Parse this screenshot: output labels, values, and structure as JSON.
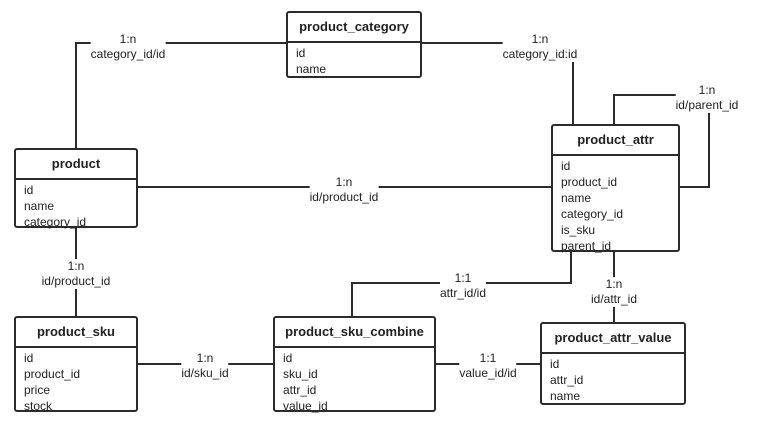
{
  "entities": {
    "product_category": {
      "title": "product_category",
      "fields": [
        "id",
        "name"
      ]
    },
    "product": {
      "title": "product",
      "fields": [
        "id",
        "name",
        "category_id"
      ]
    },
    "product_attr": {
      "title": "product_attr",
      "fields": [
        "id",
        "product_id",
        "name",
        "category_id",
        "is_sku",
        "parent_id"
      ]
    },
    "product_sku": {
      "title": "product_sku",
      "fields": [
        "id",
        "product_id",
        "price",
        "stock"
      ]
    },
    "product_sku_combine": {
      "title": "product_sku_combine",
      "fields": [
        "id",
        "sku_id",
        "attr_id",
        "value_id"
      ]
    },
    "product_attr_value": {
      "title": "product_attr_value",
      "fields": [
        "id",
        "attr_id",
        "name"
      ]
    }
  },
  "relations": {
    "category_product": {
      "cardinality": "1:n",
      "key": "category_id/id"
    },
    "category_attr": {
      "cardinality": "1:n",
      "key": "category_id:id"
    },
    "attr_parent": {
      "cardinality": "1:n",
      "key": "id/parent_id"
    },
    "product_attr": {
      "cardinality": "1:n",
      "key": "id/product_id"
    },
    "product_sku": {
      "cardinality": "1:n",
      "key": "id/product_id"
    },
    "attr_combine": {
      "cardinality": "1:1",
      "key": "attr_id/id"
    },
    "attr_value": {
      "cardinality": "1:n",
      "key": "id/attr_id"
    },
    "sku_combine": {
      "cardinality": "1:n",
      "key": "id/sku_id"
    },
    "value_combine": {
      "cardinality": "1:1",
      "key": "value_id/id"
    }
  }
}
